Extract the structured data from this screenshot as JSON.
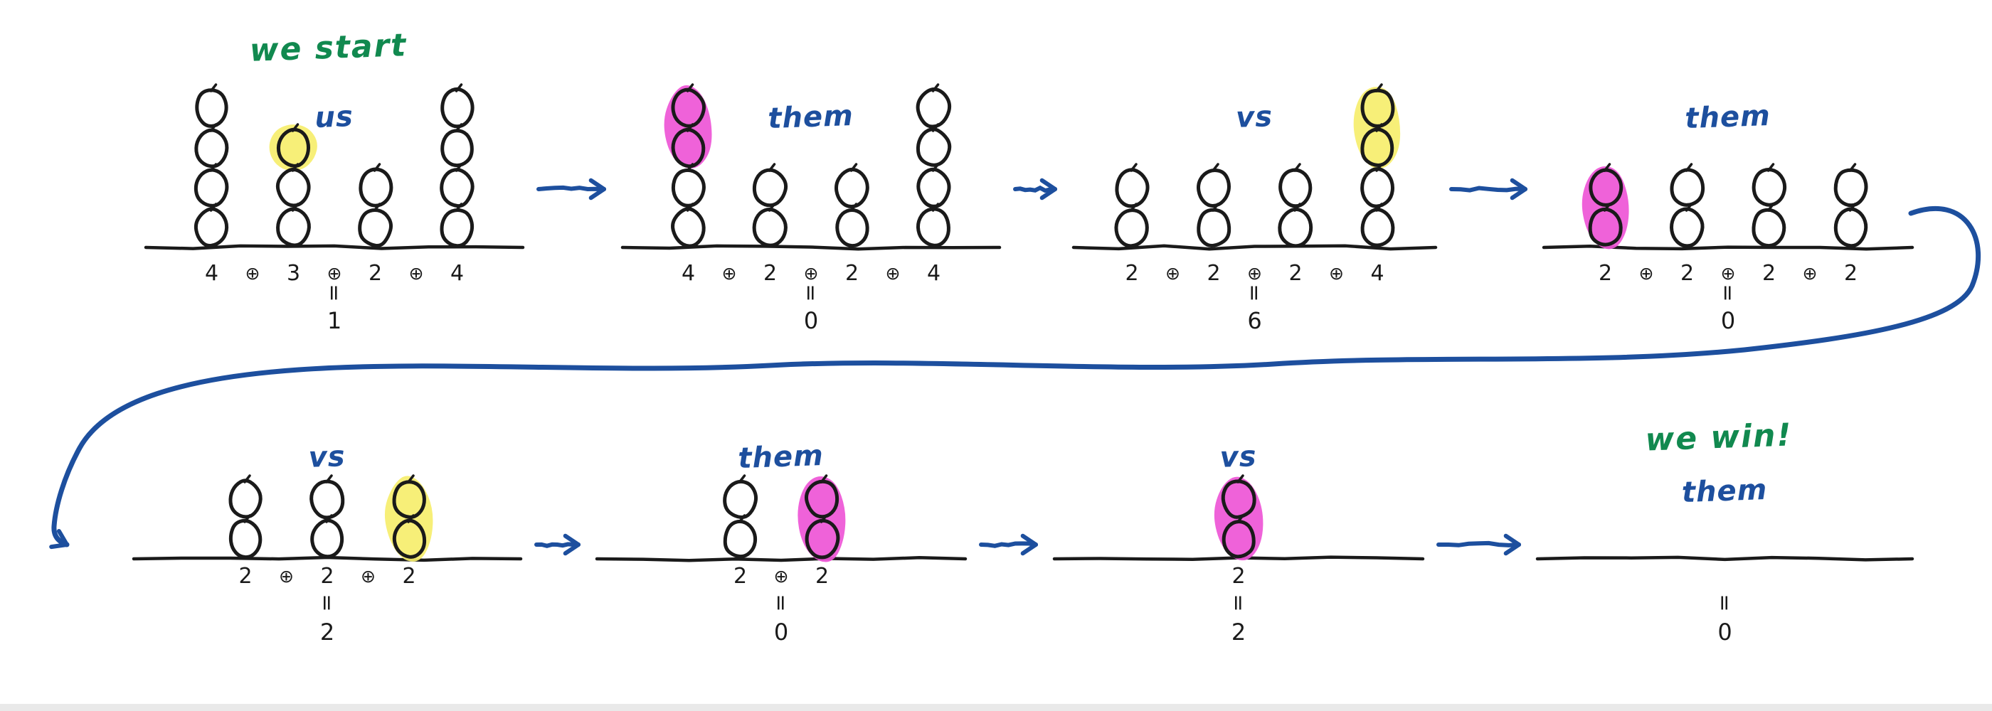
{
  "diagram": {
    "operator": "⊕",
    "equals": "=",
    "colors": {
      "ink": "#1a1a1a",
      "blue": "#1d4f9e",
      "green": "#11894f",
      "yellow": "#f6ee6d",
      "pink": "#ee55d6",
      "page_edge": "#e9e9e9"
    },
    "panels": [
      {
        "row": 0,
        "col": 0,
        "annotation": "we start",
        "turn": "us",
        "piles": [
          4,
          3,
          2,
          4
        ],
        "highlight": {
          "pile": 1,
          "stones": 1,
          "color": "yellow"
        },
        "terms": [
          "4",
          "3",
          "2",
          "4"
        ],
        "nim_sum": "1"
      },
      {
        "row": 0,
        "col": 1,
        "turn": "them",
        "piles": [
          4,
          2,
          2,
          4
        ],
        "highlight": {
          "pile": 0,
          "stones": 2,
          "color": "pink"
        },
        "terms": [
          "4",
          "2",
          "2",
          "4"
        ],
        "nim_sum": "0"
      },
      {
        "row": 0,
        "col": 2,
        "turn": "vs",
        "piles": [
          2,
          2,
          2,
          4
        ],
        "highlight": {
          "pile": 3,
          "stones": 2,
          "color": "yellow"
        },
        "terms": [
          "2",
          "2",
          "2",
          "4"
        ],
        "nim_sum": "6"
      },
      {
        "row": 0,
        "col": 3,
        "turn": "them",
        "piles": [
          2,
          2,
          2,
          2
        ],
        "highlight": {
          "pile": 0,
          "stones": 2,
          "color": "pink"
        },
        "terms": [
          "2",
          "2",
          "2",
          "2"
        ],
        "nim_sum": "0"
      },
      {
        "row": 1,
        "col": 0,
        "turn": "vs",
        "piles": [
          2,
          2,
          2
        ],
        "highlight": {
          "pile": 2,
          "stones": 2,
          "color": "yellow"
        },
        "terms": [
          "2",
          "2",
          "2"
        ],
        "nim_sum": "2"
      },
      {
        "row": 1,
        "col": 1,
        "turn": "them",
        "piles": [
          2,
          2
        ],
        "highlight": {
          "pile": 1,
          "stones": 2,
          "color": "pink"
        },
        "terms": [
          "2",
          "2"
        ],
        "nim_sum": "0"
      },
      {
        "row": 1,
        "col": 2,
        "turn": "vs",
        "piles": [
          2
        ],
        "highlight": {
          "pile": 0,
          "stones": 2,
          "color": "pink"
        },
        "terms": [
          "2"
        ],
        "nim_sum": "2"
      },
      {
        "row": 1,
        "col": 3,
        "annotation": "we win!",
        "turn": "them",
        "piles": [],
        "terms": [],
        "nim_sum": "0"
      }
    ]
  }
}
